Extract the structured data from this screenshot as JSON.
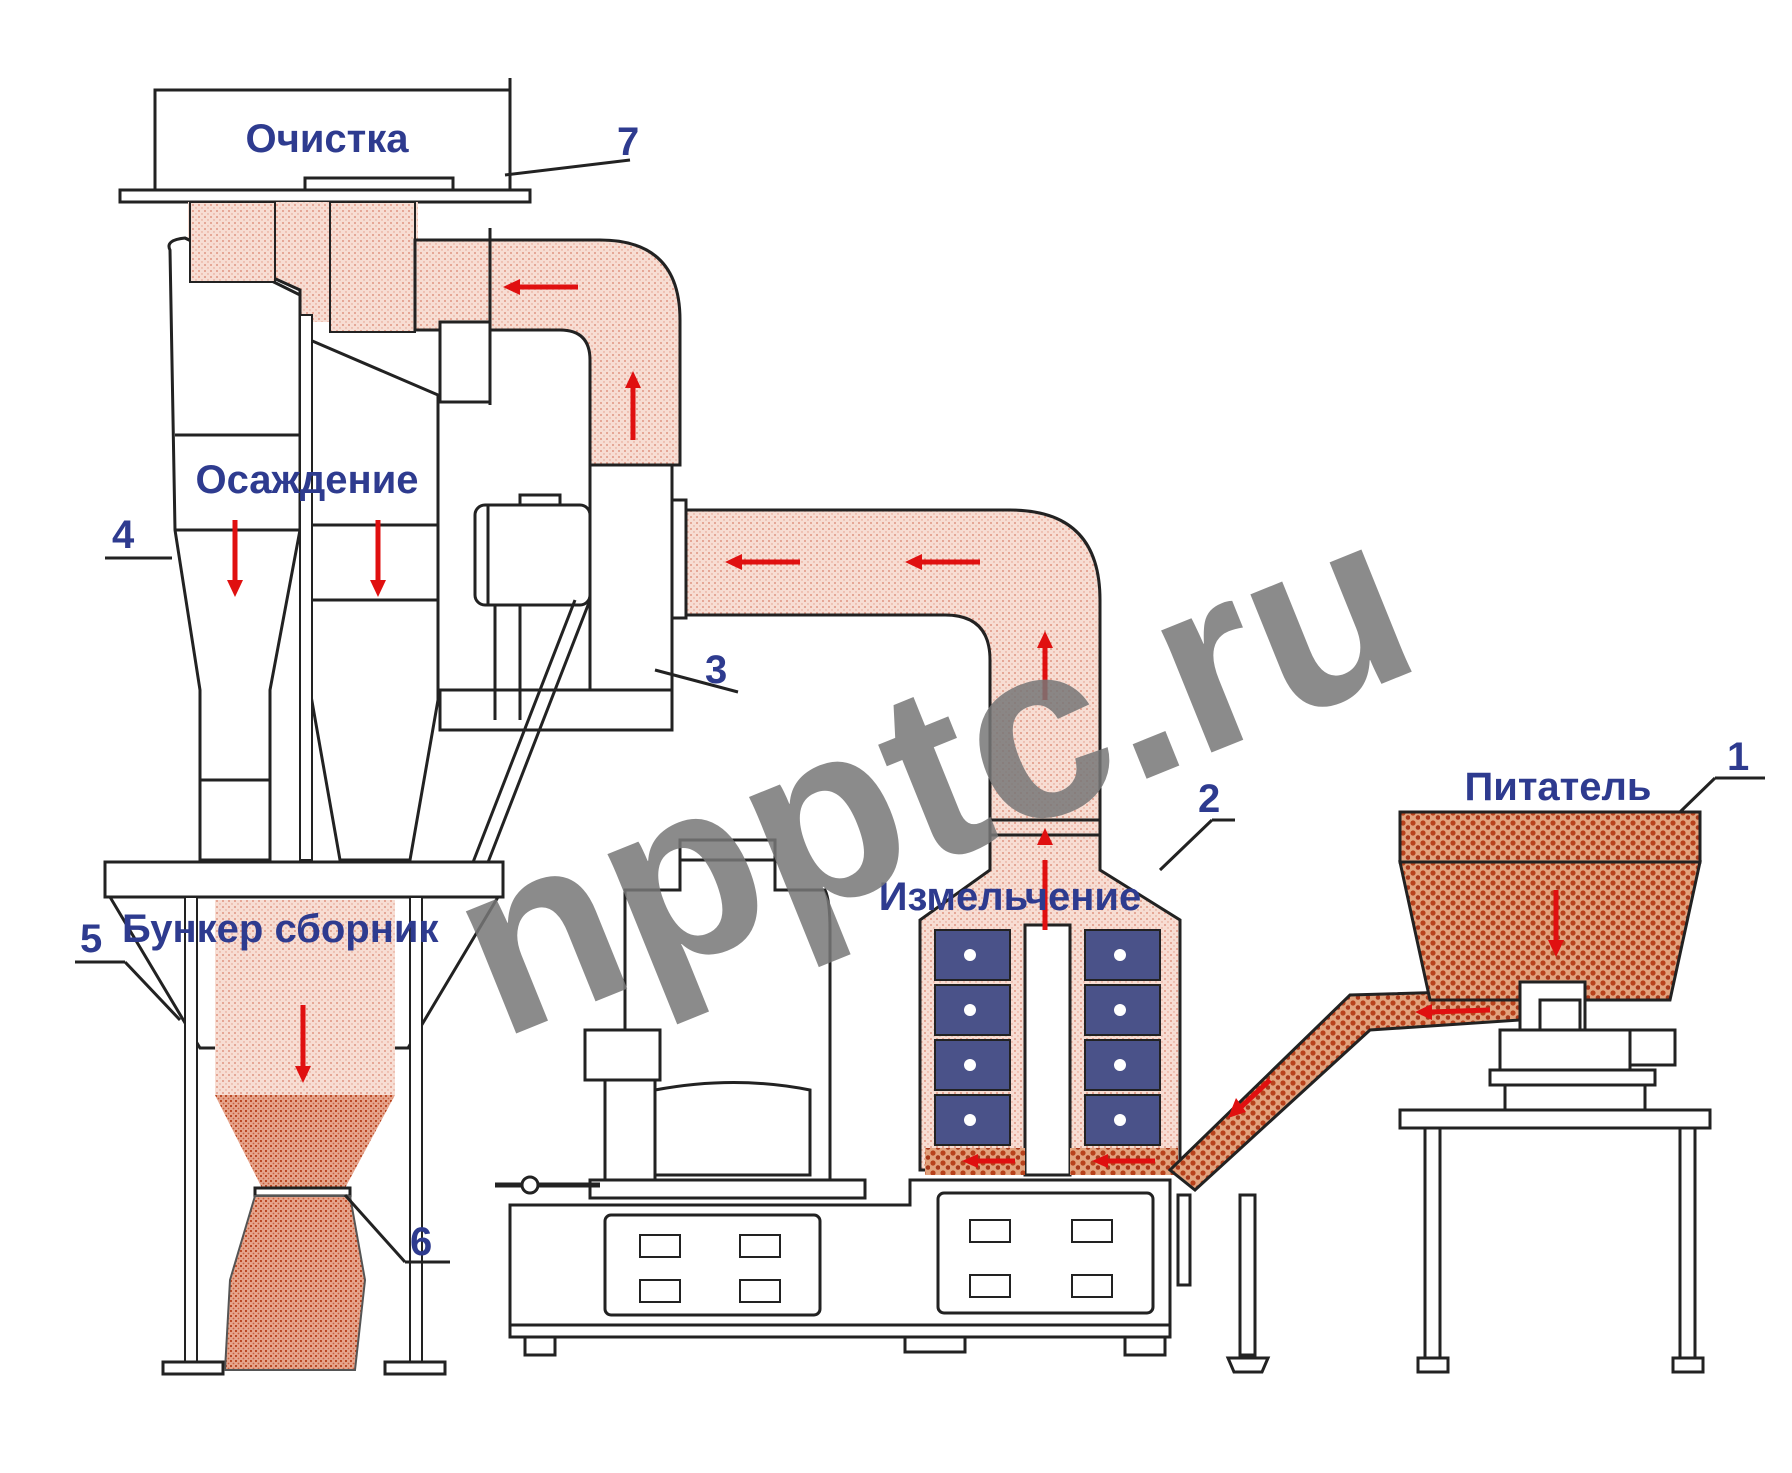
{
  "labels": {
    "cleaning": "Очистка",
    "settling": "Осаждение",
    "collector": "Бункер сборник",
    "grinding": "Измельчение",
    "feeder": "Питатель"
  },
  "callouts": {
    "n1": "1",
    "n2": "2",
    "n3": "3",
    "n4": "4",
    "n5": "5",
    "n6": "6",
    "n7": "7"
  },
  "watermark": "npptc.ru",
  "colors": {
    "label": "#2e3b8f",
    "arrow": "#e01010",
    "dust": "#f0c8b8",
    "granule": "#b8421c",
    "panel": "#4a5289",
    "watermark": "#777777"
  }
}
